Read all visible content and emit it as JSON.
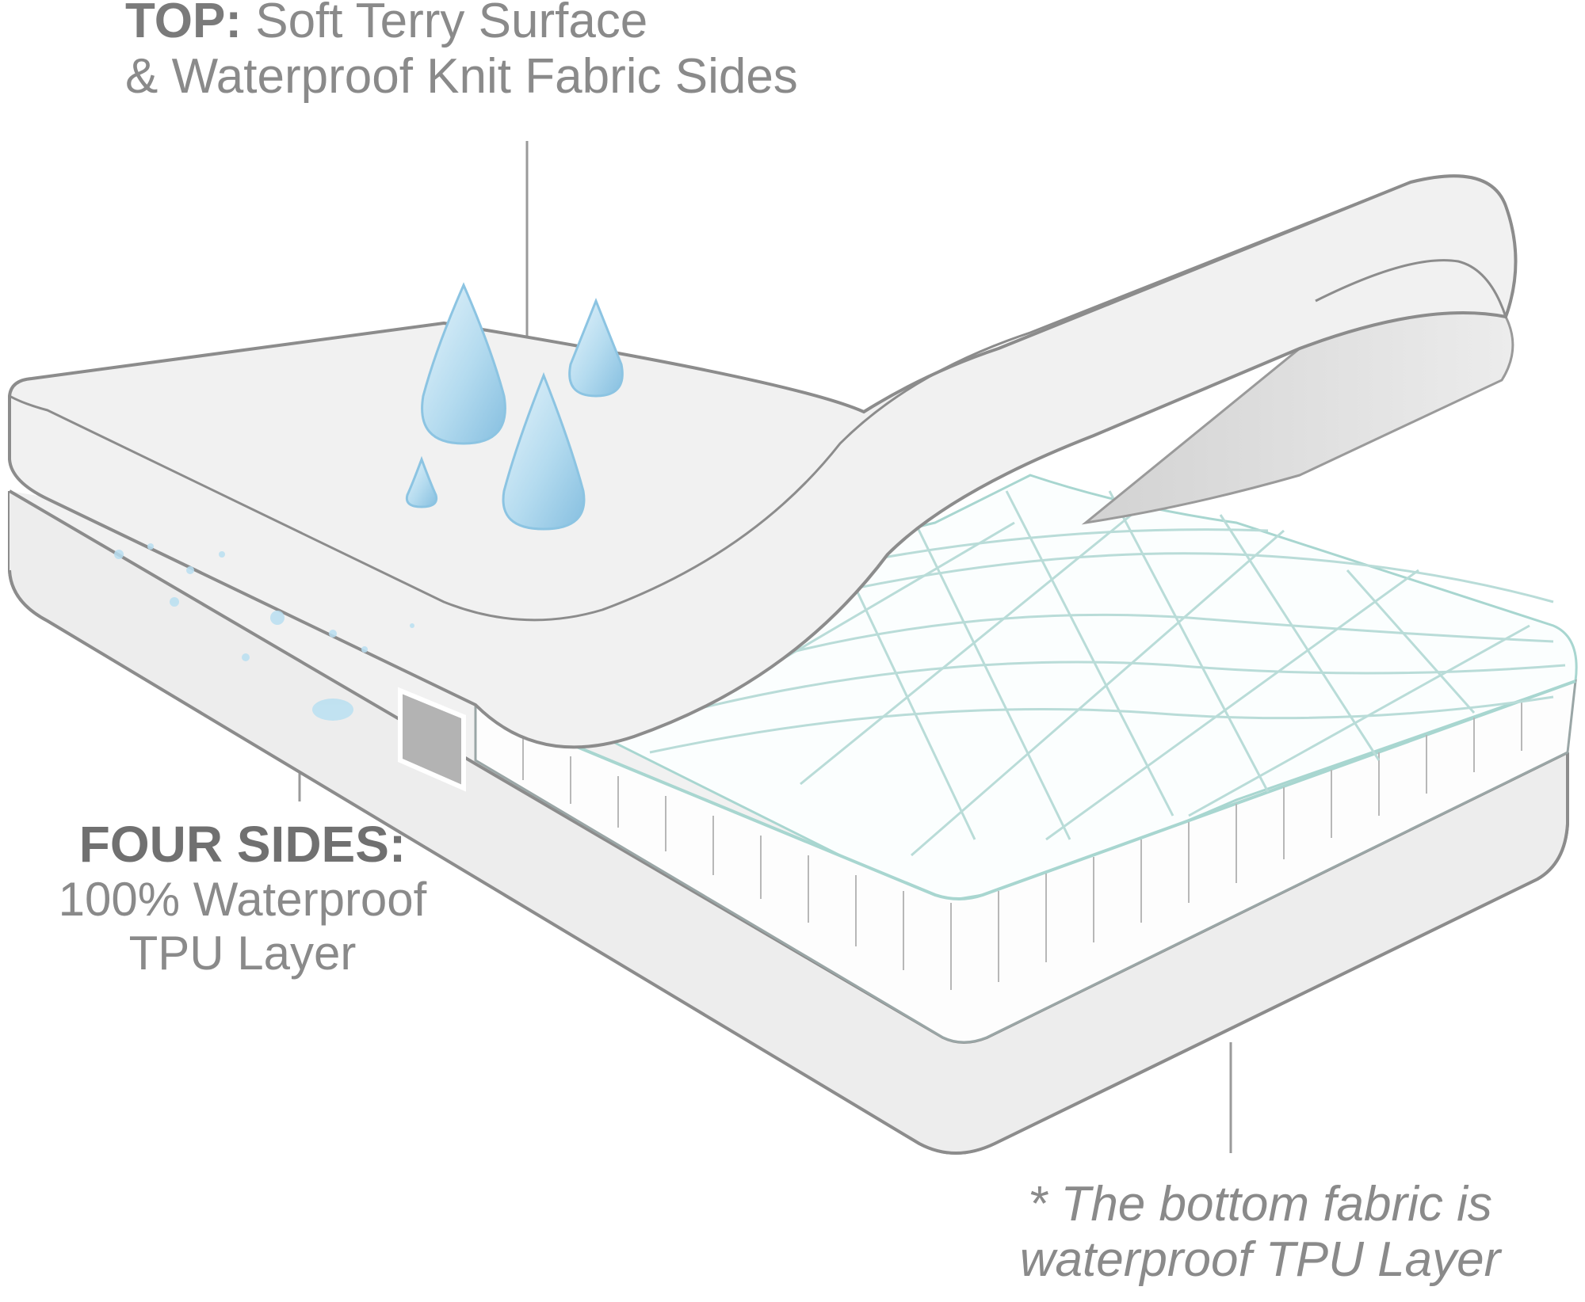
{
  "callouts": {
    "top": {
      "heading": "TOP:",
      "line1": "Soft Terry Surface",
      "line2": "& Waterproof Knit Fabric Sides"
    },
    "sides": {
      "heading": "FOUR SIDES:",
      "line1": "100% Waterproof",
      "line2": "TPU Layer"
    },
    "bottom": {
      "line1": "* The bottom fabric is",
      "line2": "waterproof TPU Layer"
    }
  },
  "colors": {
    "outline": "#8c8c8c",
    "cover_fill": "#f0f0f0",
    "cover_shadow": "#dcdcdc",
    "quilt_line": "#b9dcd8",
    "water_drop": "#a9d3ec",
    "leader_line": "#9a9a9a",
    "text": "#8a8a8a"
  },
  "icons": [
    "water-drop-icon",
    "fabric-swatch-icon"
  ]
}
